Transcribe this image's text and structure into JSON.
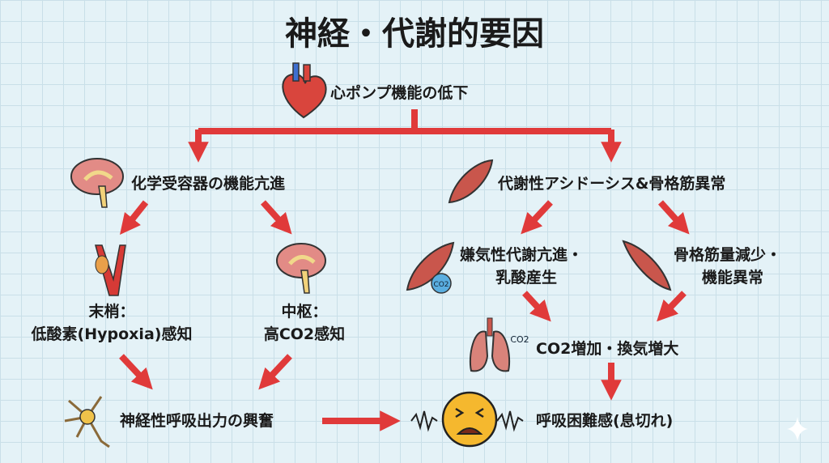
{
  "title": "神経・代謝的要因",
  "nodes": {
    "root": "心ポンプ機能の低下",
    "chemoreceptor": "化学受容器の機能亢進",
    "metabolic": "代謝性アシドーシス&骨格筋異常",
    "peripheral_l1": "末梢：",
    "peripheral_l2": "低酸素(Hypoxia)感知",
    "central_l1": "中枢：",
    "central_l2": "高CO2感知",
    "anaerobic_l1": "嫌気性代謝亢進・",
    "anaerobic_l2": "乳酸産生",
    "muscle_l1": "骨格筋量減少・",
    "muscle_l2": "機能異常",
    "co2": "CO2増加・換気増大",
    "neural": "神経性呼吸出力の興奮",
    "dyspnea": "呼吸困難感(息切れ)"
  },
  "icon_labels": {
    "co2_drop": "CO2",
    "co2_lung": "CO2"
  },
  "colors": {
    "arrow": "#e03a3a",
    "background": "#e4f2f7"
  }
}
